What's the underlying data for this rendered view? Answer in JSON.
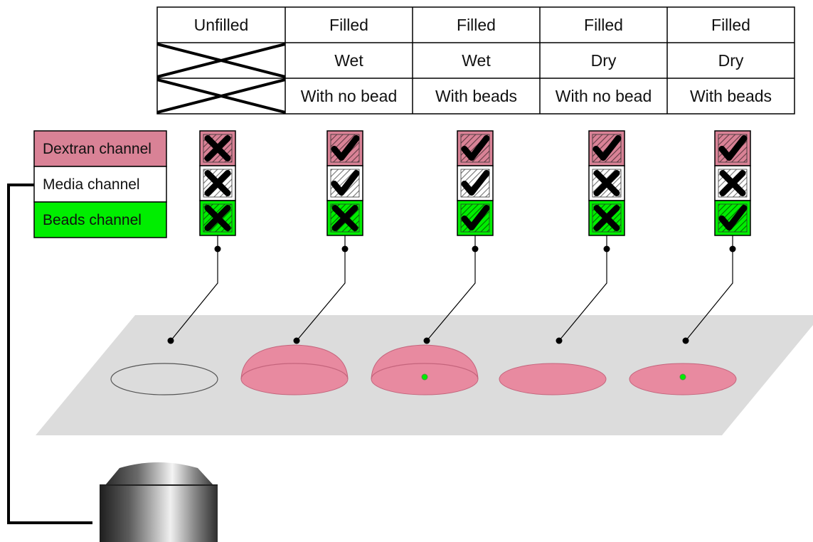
{
  "conditions_table": {
    "header": [
      "Unfilled",
      "Filled",
      "Filled",
      "Filled",
      "Filled"
    ],
    "wetness": [
      "",
      "Wet",
      "Wet",
      "Dry",
      "Dry"
    ],
    "beads": [
      "",
      "With no bead",
      "With beads",
      "With no bead",
      "With beads"
    ],
    "first_column_rows_2_3": "crossed out"
  },
  "legend": {
    "channels": [
      {
        "label": "Dextran channel",
        "color": "#d98296"
      },
      {
        "label": "Media channel",
        "color": "#ffffff"
      },
      {
        "label": "Beads channel",
        "color": "#00ee00"
      }
    ]
  },
  "channel_states": [
    [
      "cross",
      "cross",
      "cross"
    ],
    [
      "check",
      "check",
      "cross"
    ],
    [
      "check",
      "check",
      "check"
    ],
    [
      "check",
      "cross",
      "cross"
    ],
    [
      "check",
      "cross",
      "check"
    ]
  ],
  "samples": [
    {
      "shape": "empty outline"
    },
    {
      "shape": "dome"
    },
    {
      "shape": "dome",
      "bead": true
    },
    {
      "shape": "flat disc"
    },
    {
      "shape": "flat disc",
      "bead": true
    }
  ],
  "colors": {
    "dextran": "#d98296",
    "media": "#ffffff",
    "beads": "#00ee00",
    "droplet_fill": "#e88aa0",
    "droplet_stroke": "#c4647c",
    "plate": "#dcdcdc"
  },
  "icons": {
    "check": "check-mark-icon",
    "cross": "cross-mark-icon",
    "objective": "microscope-objective-icon"
  }
}
